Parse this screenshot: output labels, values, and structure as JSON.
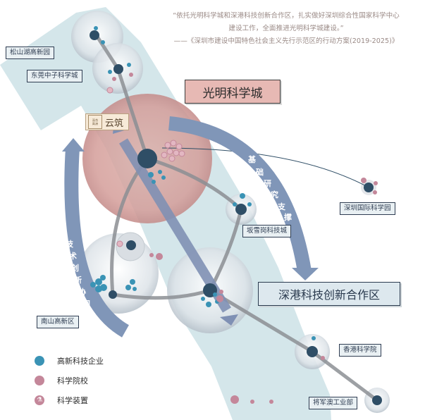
{
  "quote": {
    "line1": "“依托光明科学城和深港科技创新合作区，扎实做好深圳综合性国家科学中心",
    "line2": "建设工作，全面推进光明科学城建设。”",
    "line3": "——《深圳市建设中国特色社会主义先行示范区的行动方案(2019-2025)》"
  },
  "areas": {
    "guangming": "光明科学城",
    "shengang": "深港科技创新合作区"
  },
  "yunchou": {
    "logo_line1": "深合",
    "logo_line2": "高洲",
    "name": "云筑"
  },
  "labels": {
    "songshanhu": "松山湖高新园",
    "dongguan": "东莞中子科学城",
    "shenzhen_intl": "深圳国际科学园",
    "bantian": "坂雪岗科技城",
    "nanshan": "南山高新区",
    "hk_science": "香港科学院",
    "jiangjunao": "将军澳工业部"
  },
  "arrows": {
    "research_support": [
      "基",
      "础",
      "研",
      "究",
      "支",
      "撑"
    ],
    "tech_innovation": [
      "技",
      "术",
      "创",
      "新",
      "协",
      "同"
    ]
  },
  "legend": [
    {
      "label": "高新科技企业",
      "color": "#3a93b5"
    },
    {
      "label": "科学院校",
      "color": "#c4879a"
    },
    {
      "label": "科学装置",
      "color": "#c4879a",
      "icon": "science-facility-icon"
    }
  ],
  "colors": {
    "enterprise": "#3a93b5",
    "institute": "#c4879a",
    "node": "#2f4e66",
    "flow": "#c5dde3",
    "arrow": "#8096b8"
  }
}
